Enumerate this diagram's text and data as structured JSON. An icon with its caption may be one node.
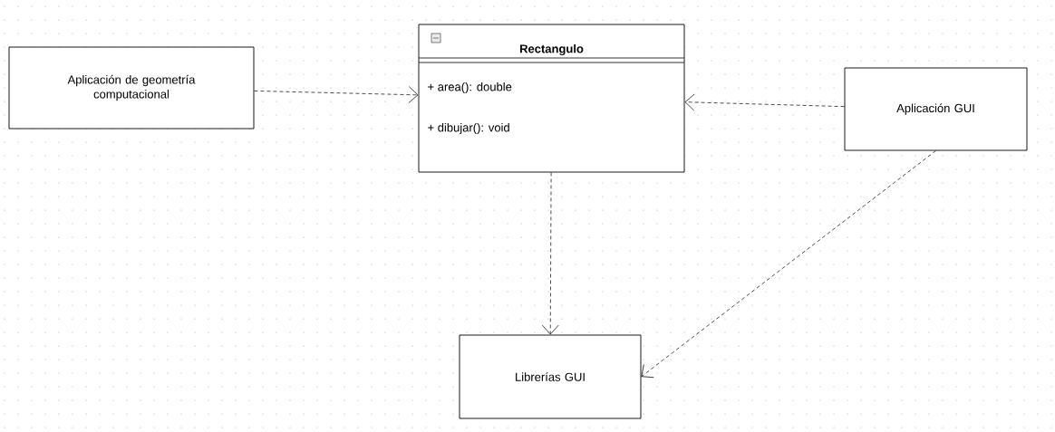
{
  "diagram": {
    "nodes": [
      {
        "text": [
          "Aplicación de geometría computacional"
        ]
      },
      {
        "text": [
          "Rectangulo",
          "+ area(): double",
          "+ dibujar(): void"
        ]
      },
      {
        "text": [
          "Aplicación GUI"
        ]
      },
      {
        "text": [
          "Librerías GUI"
        ]
      }
    ],
    "edges": [
      {
        "from": 0,
        "to": 1,
        "arrow": "to",
        "style": "dashed"
      },
      {
        "from": 2,
        "to": 1,
        "arrow": "to",
        "style": "dashed"
      },
      {
        "from": 1,
        "to": 3,
        "arrow": "to",
        "style": "dashed"
      },
      {
        "from": 2,
        "to": 3,
        "arrow": "to",
        "style": "dashed"
      }
    ]
  }
}
